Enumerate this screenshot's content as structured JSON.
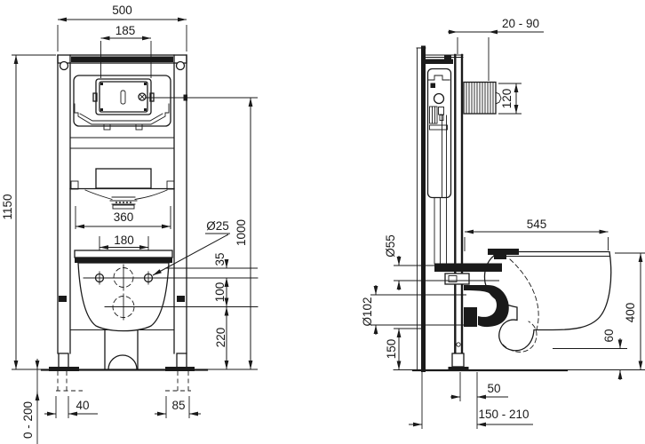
{
  "drawing": {
    "subject": "wall-hung-wc-installation-frame-two-views",
    "front": {
      "frame_width": "500",
      "flush_plate_width": "185",
      "frame_height": "1150",
      "actuator_height": "1000",
      "bowl_width": "360",
      "fixing_centers": "180",
      "fixing_hole_dia": "Ø25",
      "rim_to_fixing": "35",
      "fixing_to_outlet": "100",
      "outlet_height": "220",
      "foot_offset": "40",
      "foot_plate_width": "85",
      "foot_adjust_range": "0 - 200"
    },
    "side": {
      "finish_wall_range": "20 - 90",
      "actuator_box_height": "120",
      "bowl_depth": "545",
      "inlet_pipe_dia": "Ø55",
      "outlet_pipe_dia": "Ø102",
      "outlet_pipe_height": "150",
      "bowl_top_height": "400",
      "bowl_clearance": "60",
      "drain_offset": "50",
      "drain_setout_range": "150 - 210"
    }
  },
  "colors": {
    "line": "#1a1a1a",
    "background": "#ffffff"
  }
}
